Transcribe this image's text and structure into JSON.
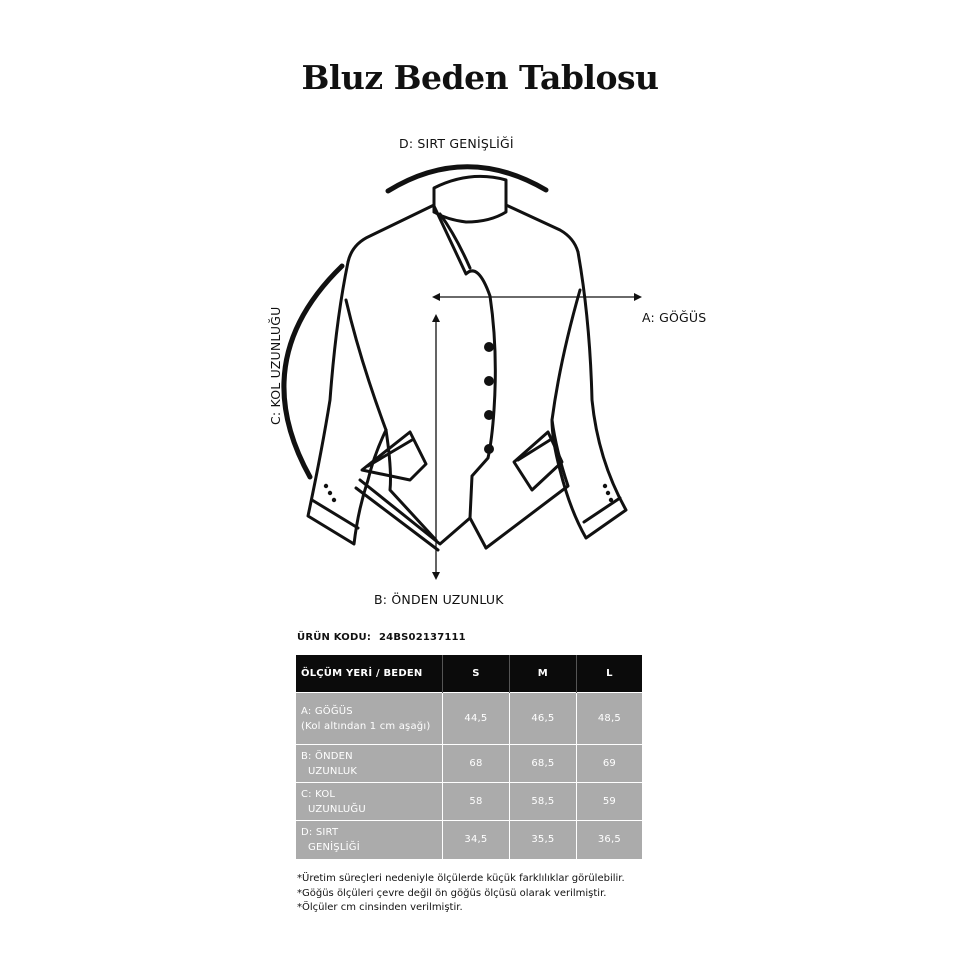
{
  "title": "Bluz Beden Tablosu",
  "labels": {
    "back_width": "D: SIRT  GENİŞLİĞİ",
    "chest": "A: GÖĞÜS",
    "front_length": "B: ÖNDEN UZUNLUK",
    "sleeve_length": "C: KOL UZUNLUĞU"
  },
  "product": {
    "code_label": "ÜRÜN KODU:",
    "code_value": "24BS02137111"
  },
  "table": {
    "header": [
      "ÖLÇÜM YERİ / BEDEN",
      "S",
      "M",
      "L"
    ],
    "rows": [
      {
        "line1": "A: GÖĞÜS",
        "line2": "(Kol altından 1 cm aşağı)",
        "values": [
          "44,5",
          "46,5",
          "48,5"
        ]
      },
      {
        "line1": "B: ÖNDEN",
        "line2": "UZUNLUK",
        "values": [
          "68",
          "68,5",
          "69"
        ]
      },
      {
        "line1": "C: KOL",
        "line2": "UZUNLUĞU",
        "values": [
          "58",
          "58,5",
          "59"
        ]
      },
      {
        "line1": "D: SIRT",
        "line2": "GENİŞLİĞİ",
        "values": [
          "34,5",
          "35,5",
          "36,5"
        ]
      }
    ]
  },
  "notes": [
    "*Üretim süreçleri nedeniyle ölçülerde küçük farklılıklar görülebilir.",
    "*Göğüs ölçüleri çevre değil ön göğüs ölçüsü olarak verilmiştir.",
    "*Ölçüler cm cinsinden verilmiştir."
  ],
  "colors": {
    "header_bg": "#0b0b0b",
    "cell_bg": "#ababab",
    "line": "#111111"
  }
}
